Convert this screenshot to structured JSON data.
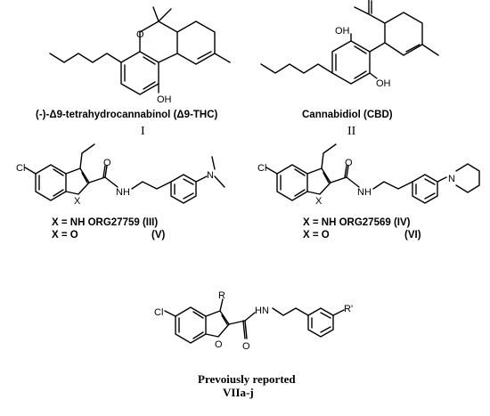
{
  "compounds": {
    "thc": {
      "name": "(-)-Δ9-tetrahydrocannabinol (Δ9-THC)",
      "numeral": "I",
      "atoms": {
        "o": "O",
        "oh": "OH"
      }
    },
    "cbd": {
      "name": "Cannabidiol (CBD)",
      "numeral": "II",
      "atoms": {
        "oh_top": "OH",
        "oh_bottom": "OH"
      }
    },
    "org27759": {
      "line1": "X = NH ORG27759 (III)",
      "line2_left": "X = O",
      "line2_right": "(V)",
      "atoms": {
        "cl": "Cl",
        "x": "X",
        "o": "O",
        "nh": "NH",
        "n": "N"
      }
    },
    "org27569": {
      "line1": "X = NH ORG27569 (IV)",
      "line2_left": "X = O",
      "line2_right": "(VI)",
      "atoms": {
        "cl": "Cl",
        "x": "X",
        "o": "O",
        "nh": "NH",
        "n": "N"
      }
    },
    "previous": {
      "caption1": "Prevoiusly reported",
      "caption2": "VIIa-j",
      "atoms": {
        "cl": "Cl",
        "r": "R",
        "hn": "HN",
        "o_ring": "O",
        "o_carbonyl": "O",
        "rprime": "R'"
      }
    }
  }
}
